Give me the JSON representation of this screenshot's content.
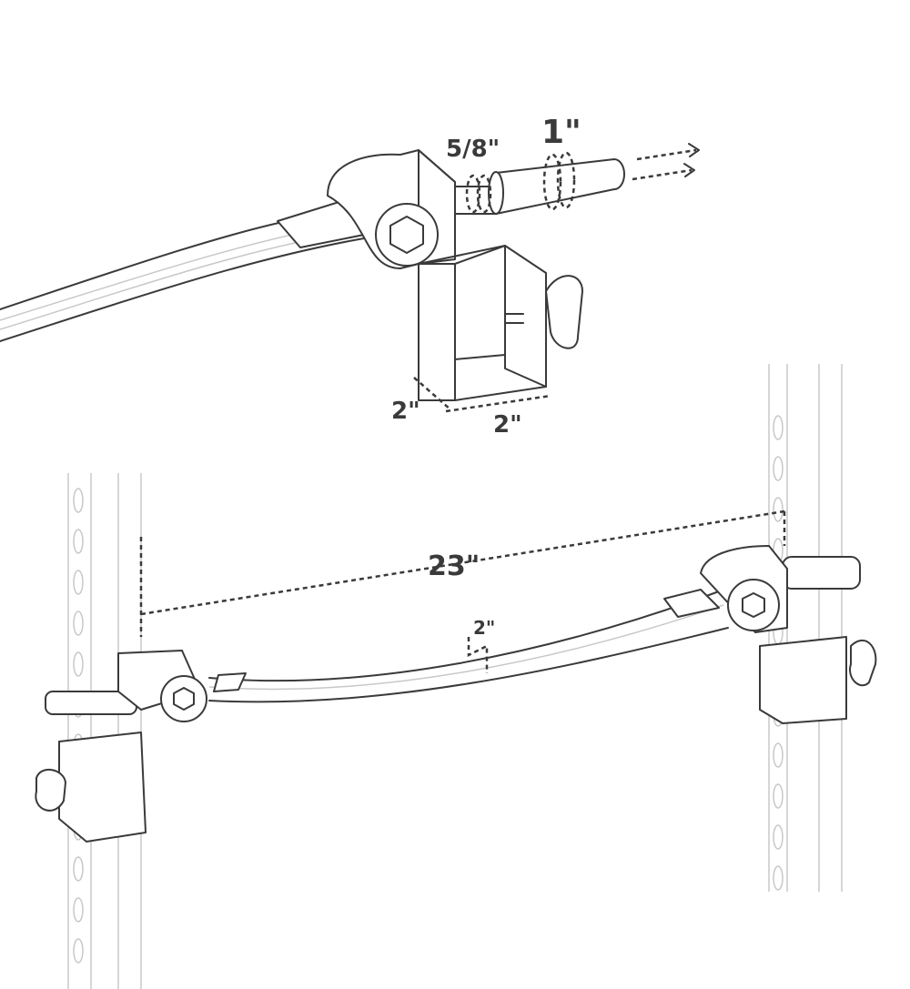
{
  "labels": {
    "pin_small_diameter": "5/8\"",
    "pin_large_diameter": "1\"",
    "tube_depth": "2\"",
    "tube_width": "2\"",
    "span_length": "23\"",
    "bar_sag": "2\""
  },
  "colors": {
    "line": "#3a3a3a",
    "faint": "#c8c8c8",
    "background": "#ffffff"
  }
}
